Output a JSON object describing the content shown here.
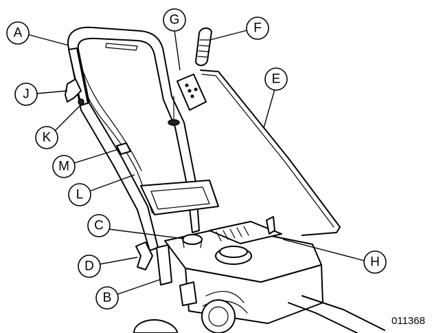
{
  "callouts": {
    "A": "A",
    "B": "B",
    "C": "C",
    "D": "D",
    "E": "E",
    "F": "F",
    "G": "G",
    "H": "H",
    "J": "J",
    "K": "K",
    "L": "L",
    "M": "M"
  },
  "figure_id": "011368"
}
